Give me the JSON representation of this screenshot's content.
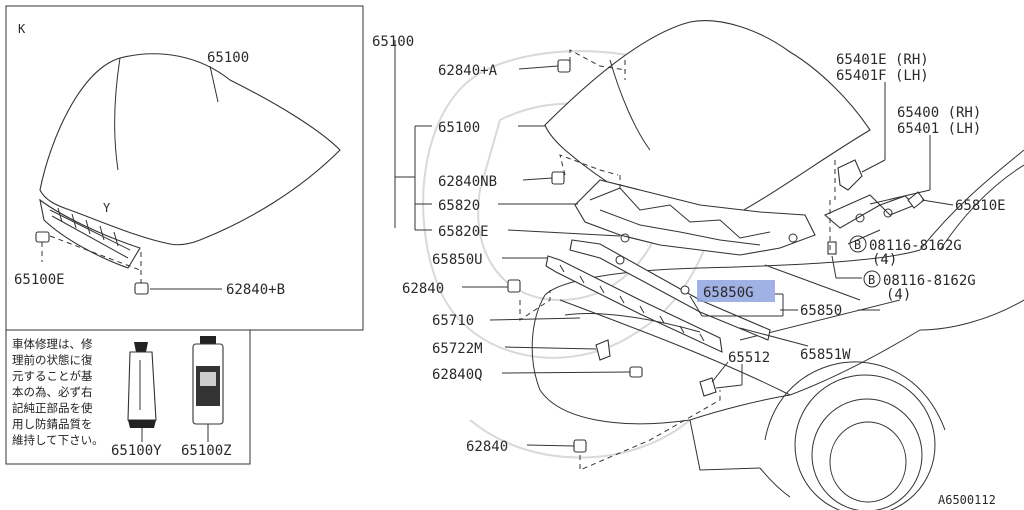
{
  "inset": {
    "corner_letter": "K",
    "hood_part": "65100",
    "bumper_part": "65100E",
    "stopper_part": "62840+B",
    "arrow_mark": "Y",
    "notice_lines": [
      "車体修理は、修",
      "理前の状態に復",
      "元することが基",
      "本の為、必ず右",
      "記純正部品を使",
      "用し防錆品質を",
      "維持して下さい。"
    ],
    "tube_part": "65100Y",
    "can_part": "65100Z"
  },
  "labels": {
    "hood_group": "65100",
    "stopper_a": "62840+A",
    "hood": "65100",
    "stopper_nb": "62840NB",
    "insulator": "65820",
    "insulator_e": "65820E",
    "seal_u": "65850U",
    "stopper_1": "62840",
    "strip": "65710",
    "clip_m": "65722M",
    "stopper_q": "62840Q",
    "lock": "65512",
    "stopper_2": "62840",
    "clip_g": "65850G",
    "seal": "65850",
    "seal_w": "65851W",
    "hinge_e": "65401E (RH)",
    "hinge_f": "65401F (LH)",
    "hinge_rh": "65400 (RH)",
    "hinge_lh": "65401 (LH)",
    "rod_e": "65810E",
    "bolt_1": "08116-8162G",
    "qty_1": "(4)",
    "bolt_2": "08116-8162G",
    "qty_2": "(4)",
    "bolt_mark": "B",
    "diagram_id": "A6500112"
  },
  "colors": {
    "highlight": "#8fa3df",
    "line": "#333333"
  }
}
